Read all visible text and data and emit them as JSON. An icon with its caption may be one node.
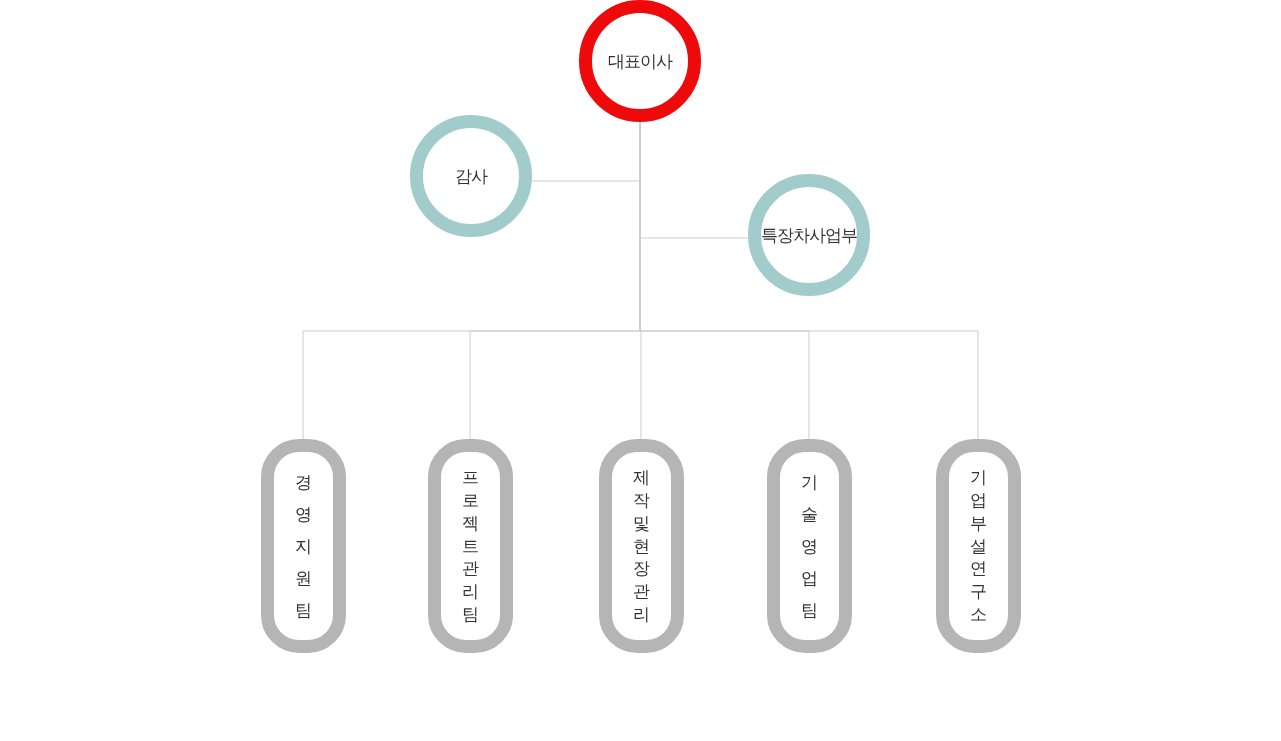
{
  "diagram": {
    "nodes": [
      {
        "text": [
          "대표이사"
        ]
      },
      {
        "text": [
          "감사"
        ]
      },
      {
        "text": [
          "특장차사업부"
        ]
      },
      {
        "text": [
          "경영지원팀"
        ]
      },
      {
        "text": [
          "프로젝트관리팀"
        ]
      },
      {
        "text": [
          "제작및현장관리"
        ]
      },
      {
        "text": [
          "기술영업팀"
        ]
      },
      {
        "text": [
          "기업부설연구소"
        ]
      }
    ],
    "edges": [
      {
        "from": 0,
        "to": 1,
        "arrow": "none"
      },
      {
        "from": 0,
        "to": 2,
        "arrow": "none"
      },
      {
        "from": 0,
        "to": 3,
        "arrow": "none"
      },
      {
        "from": 0,
        "to": 4,
        "arrow": "none"
      },
      {
        "from": 0,
        "to": 5,
        "arrow": "none"
      },
      {
        "from": 0,
        "to": 6,
        "arrow": "none"
      },
      {
        "from": 0,
        "to": 7,
        "arrow": "none"
      }
    ]
  }
}
